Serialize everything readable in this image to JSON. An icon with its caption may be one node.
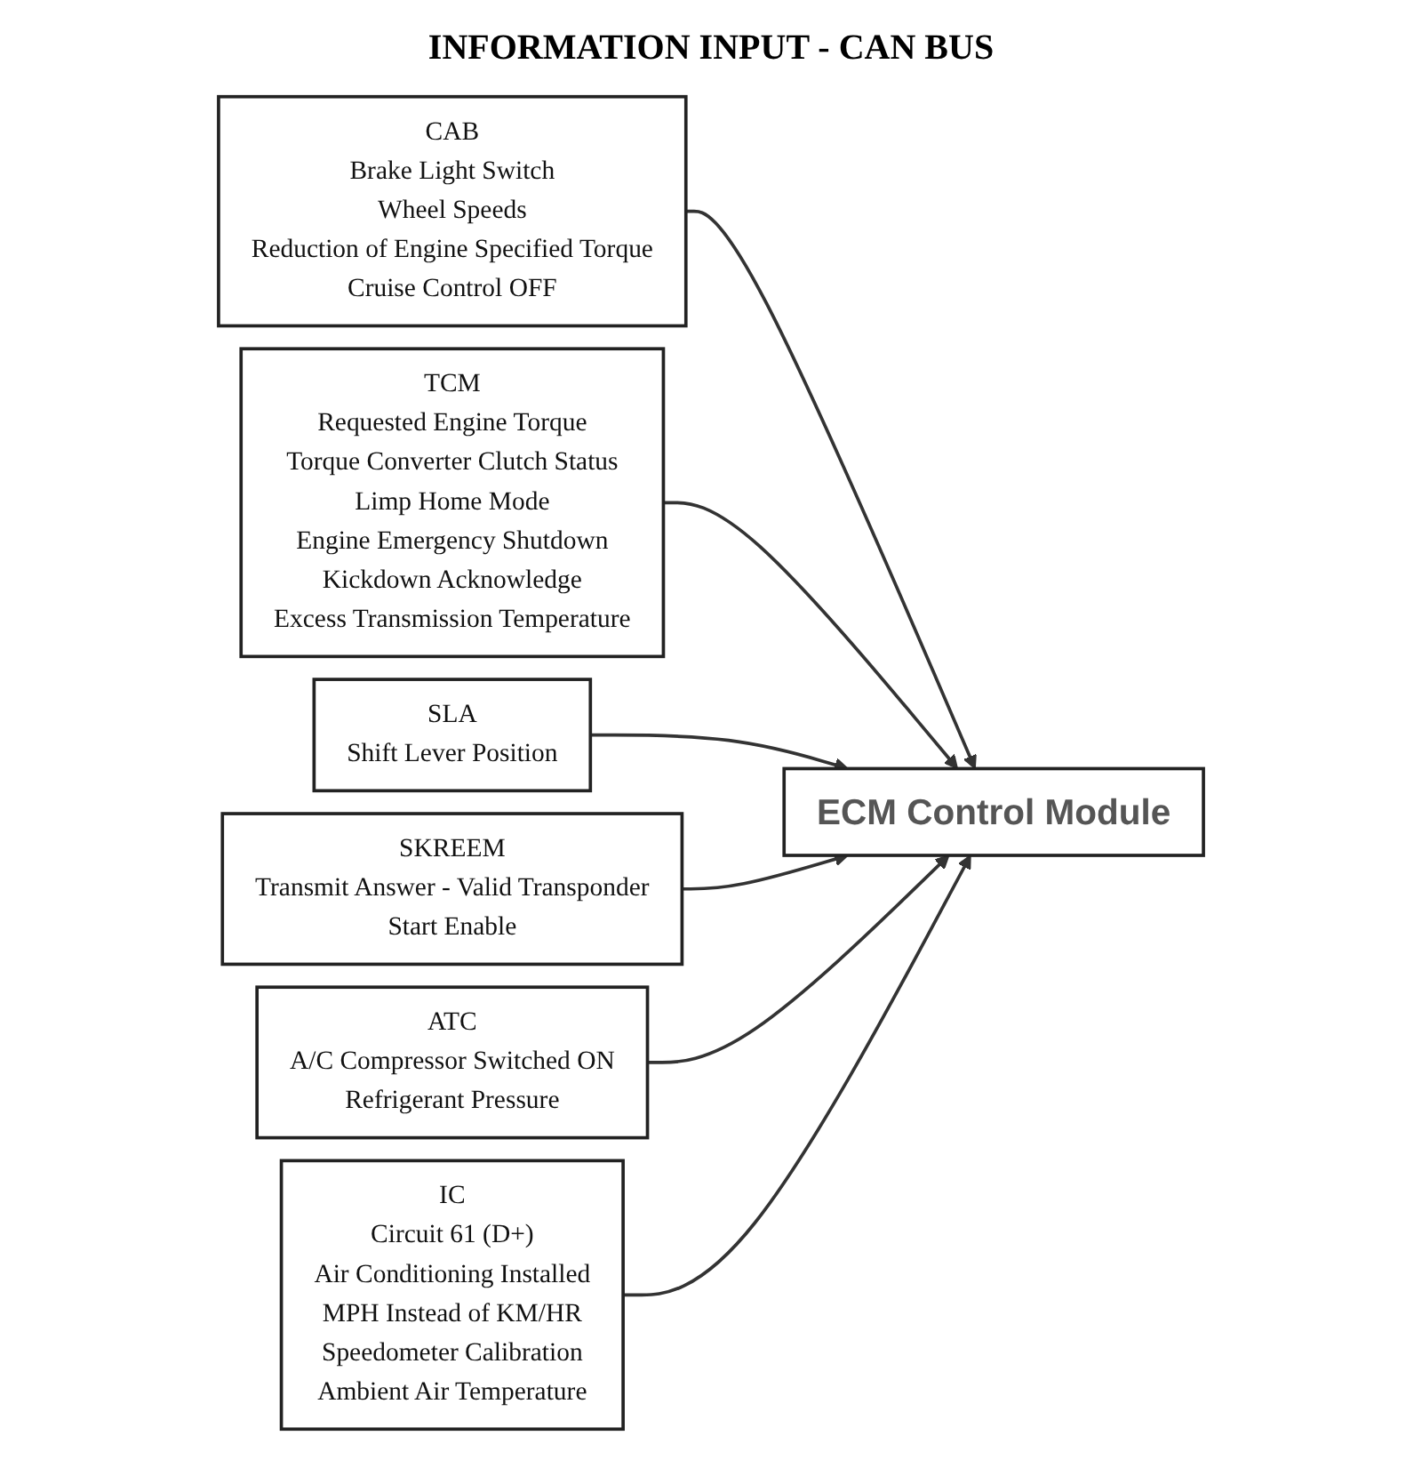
{
  "diagram": {
    "title": "INFORMATION INPUT - CAN BUS",
    "nodes": [
      {
        "text": [
          "CAB",
          "Brake Light Switch",
          "Wheel Speeds",
          "Reduction of Engine Specified Torque",
          "Cruise Control OFF"
        ]
      },
      {
        "text": [
          "TCM",
          "Requested Engine Torque",
          "Torque Converter Clutch Status",
          "Limp Home Mode",
          "Engine Emergency Shutdown",
          "Kickdown Acknowledge",
          "Excess Transmission Temperature"
        ]
      },
      {
        "text": [
          "SLA",
          "Shift Lever Position"
        ]
      },
      {
        "text": [
          "SKREEM",
          "Transmit Answer - Valid Transponder",
          "Start Enable"
        ]
      },
      {
        "text": [
          "ATC",
          "A/C Compressor Switched ON",
          "Refrigerant Pressure"
        ]
      },
      {
        "text": [
          "IC",
          "Circuit 61 (D+)",
          "Air Conditioning Installed",
          "MPH Instead of KM/HR",
          "Speedometer Calibration",
          "Ambient Air Temperature"
        ]
      },
      {
        "text": [
          "ECM Control Module"
        ]
      }
    ],
    "edges": [
      {
        "from": 0,
        "to": 6,
        "arrow": "to"
      },
      {
        "from": 1,
        "to": 6,
        "arrow": "to"
      },
      {
        "from": 2,
        "to": 6,
        "arrow": "to"
      },
      {
        "from": 3,
        "to": 6,
        "arrow": "to"
      },
      {
        "from": 4,
        "to": 6,
        "arrow": "to"
      },
      {
        "from": 5,
        "to": 6,
        "arrow": "to"
      }
    ]
  }
}
